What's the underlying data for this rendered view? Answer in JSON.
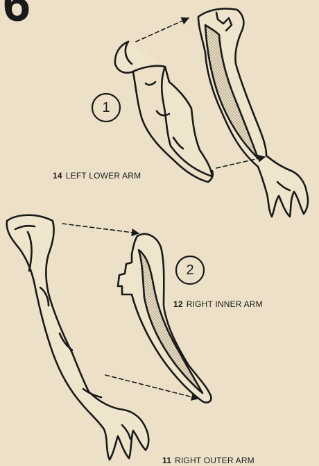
{
  "page_step": "6",
  "parts": [
    {
      "step": "1",
      "number": "14",
      "name": "LEFT LOWER ARM"
    },
    {
      "step": "2",
      "number": "12",
      "name": "RIGHT INNER ARM"
    },
    {
      "step": "2",
      "number": "11",
      "name": "RIGHT OUTER ARM"
    }
  ],
  "steps": [
    "1",
    "2"
  ]
}
